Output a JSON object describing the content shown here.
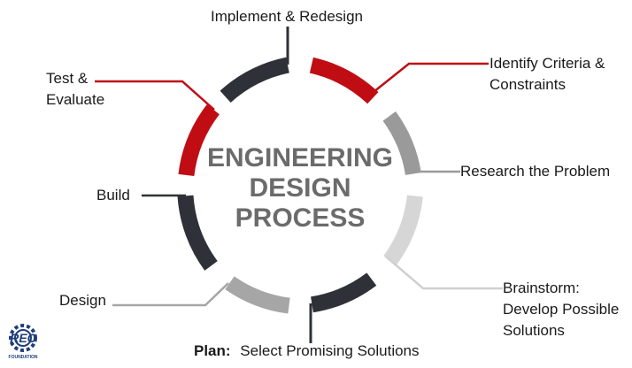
{
  "center": {
    "line1": "ENGINEERING",
    "line2": "DESIGN",
    "line3": "PROCESS"
  },
  "stages": [
    {
      "id": "implement",
      "label": "Implement & Redesign",
      "color": "#2e3138"
    },
    {
      "id": "identify",
      "label_lines": [
        "Identify Criteria &",
        "Constraints"
      ],
      "color": "#c00d14"
    },
    {
      "id": "research",
      "label": "Research the Problem",
      "color": "#9a9a9a"
    },
    {
      "id": "brainstorm",
      "label_lines": [
        "Brainstorm:",
        "Develop Possible",
        "Solutions"
      ],
      "color": "#d6d6d6"
    },
    {
      "id": "plan",
      "label_prefix": "Plan:",
      "label": "Select Promising Solutions",
      "color": "#2e3138"
    },
    {
      "id": "design",
      "label": "Design",
      "color": "#a6a6a6"
    },
    {
      "id": "build",
      "label": "Build",
      "color": "#2e3138"
    },
    {
      "id": "test",
      "label_lines": [
        "Test &",
        "Evaluate"
      ],
      "color": "#c00d14"
    }
  ],
  "logo": {
    "text": "REC",
    "subtext": "FOUNDATION",
    "color": "#1f3f7a",
    "icon": "gear-icon"
  }
}
